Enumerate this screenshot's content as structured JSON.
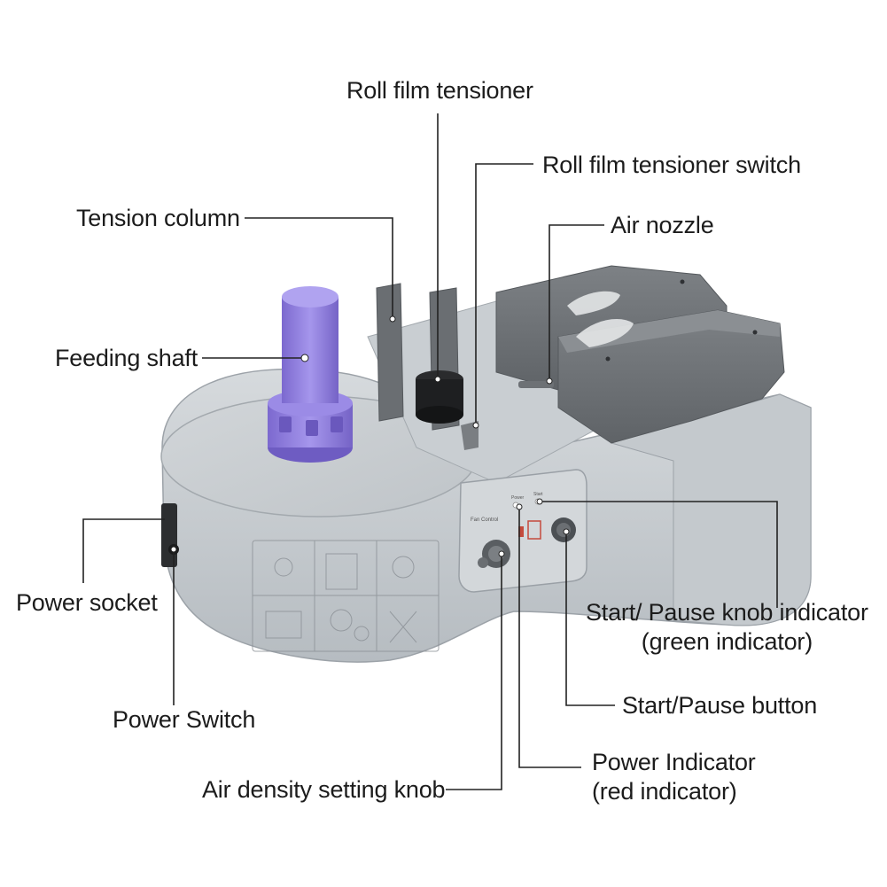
{
  "labels": {
    "roll_film_tensioner": "Roll film tensioner",
    "roll_film_tensioner_switch": "Roll film tensioner switch",
    "tension_column": "Tension column",
    "air_nozzle": "Air nozzle",
    "feeding_shaft": "Feeding shaft",
    "power_socket": "Power socket",
    "power_switch": "Power Switch",
    "start_pause_knob_indicator": [
      "Start/ Pause knob indicator",
      "(green indicator)"
    ],
    "start_pause_button": "Start/Pause button",
    "power_indicator": [
      "Power Indicator",
      "(red indicator)"
    ],
    "air_density_setting_knob": "Air density setting knob"
  },
  "panel_text": {
    "fan_control": "Fan Control",
    "power": "Power",
    "start": "Start"
  },
  "colors": {
    "body": "#c9ced3",
    "body_shade": "#a9afb5",
    "top_dark": "#6f7377",
    "shaft": "#8f7fd9",
    "leader_line": "#222222"
  }
}
